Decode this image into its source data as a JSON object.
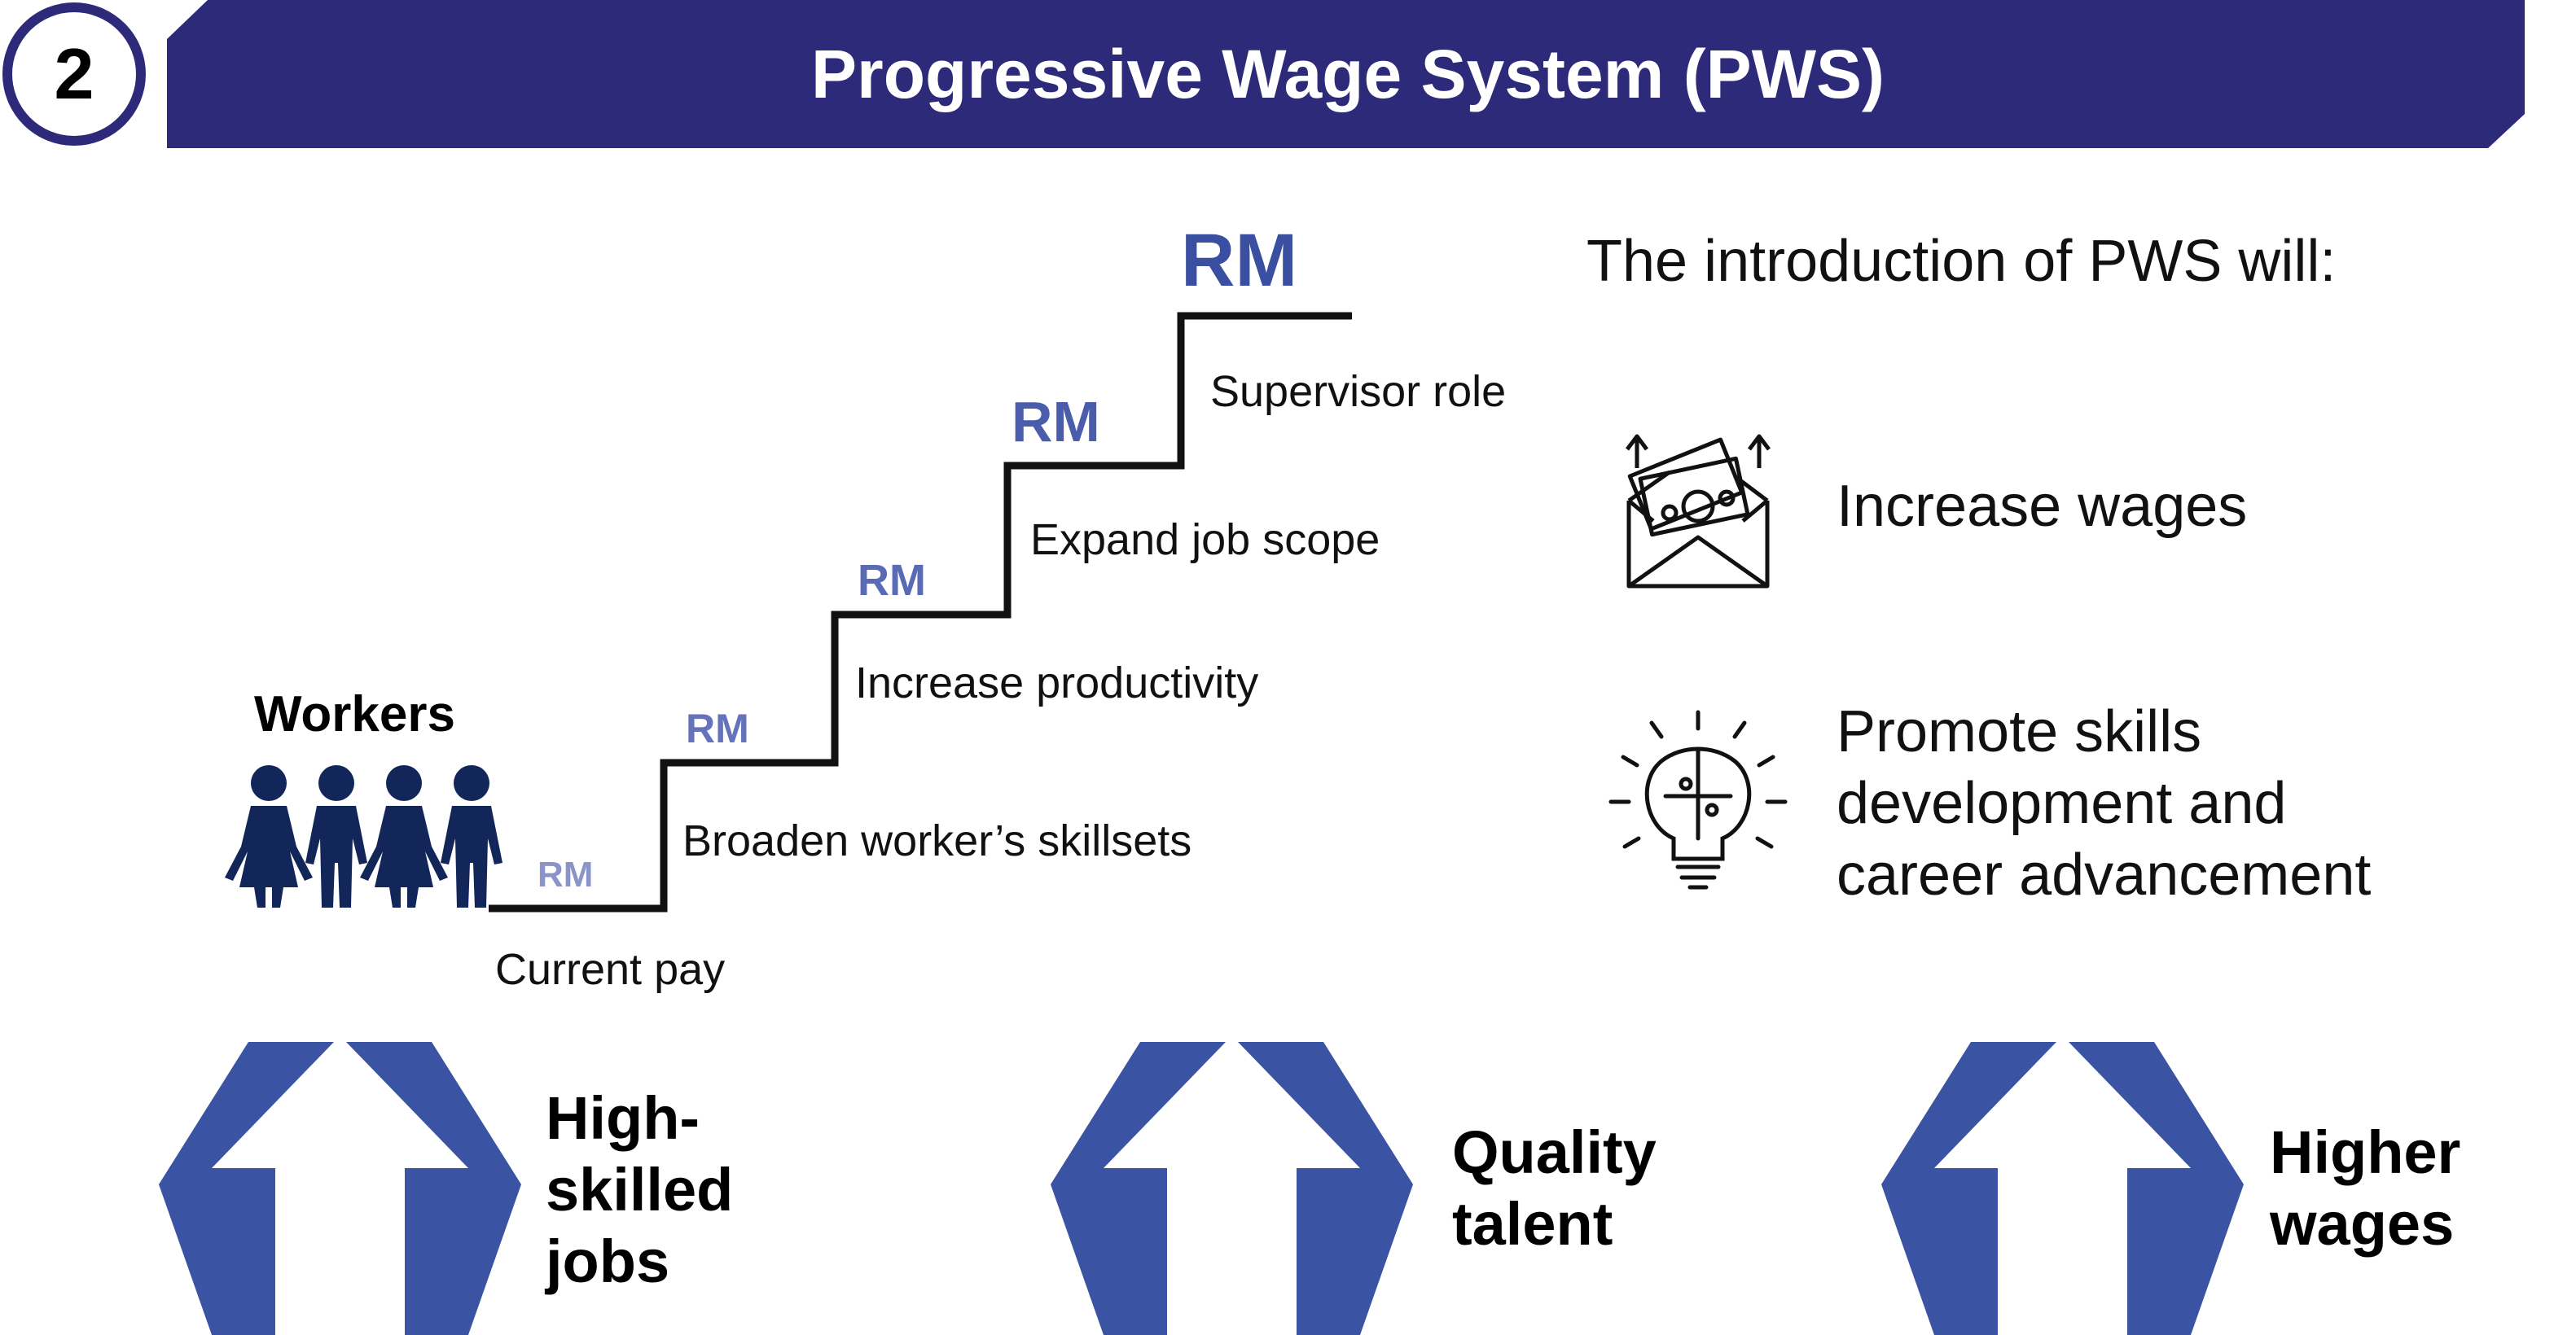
{
  "header": {
    "number": "2",
    "title": "Progressive Wage System (PWS)"
  },
  "workers_label": "Workers",
  "staircase": {
    "currency_label": "RM",
    "steps": [
      {
        "label": "Current pay"
      },
      {
        "label": "Broaden worker’s skillsets"
      },
      {
        "label": "Increase productivity"
      },
      {
        "label": "Expand job scope"
      },
      {
        "label": "Supervisor role"
      }
    ],
    "top_currency": "RM"
  },
  "intro": "The introduction of PWS will:",
  "benefits": [
    {
      "icon": "money-envelope-icon",
      "text": "Increase wages"
    },
    {
      "icon": "lightbulb-puzzle-icon",
      "text": "Promote skills development and career advancement"
    }
  ],
  "bottom": [
    {
      "icon": "up-arrow-icon",
      "lines": [
        "High-",
        "skilled",
        "jobs"
      ]
    },
    {
      "icon": "up-arrow-icon",
      "lines": [
        "Quality",
        "talent"
      ]
    },
    {
      "icon": "up-arrow-icon",
      "lines": [
        "Higher",
        "wages"
      ]
    }
  ],
  "colors": {
    "banner": "#2E2A7A",
    "arrow": "#3A54A3",
    "rm_light": "#8A94C8",
    "rm_mid": "#5A6BB6",
    "rm_dark": "#3B4FA0",
    "people": "#12265A"
  }
}
